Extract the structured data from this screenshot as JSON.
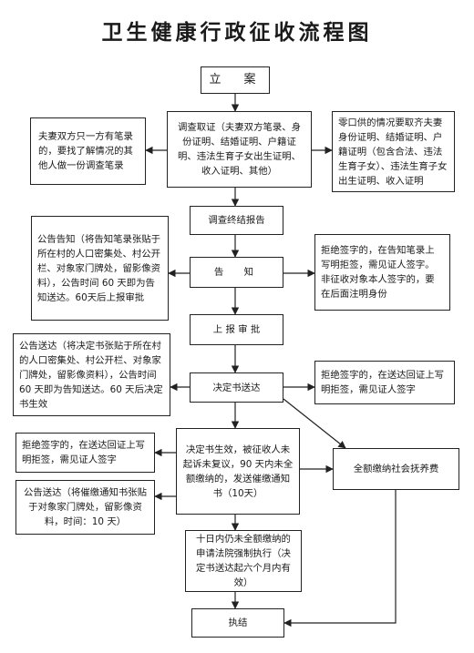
{
  "title": "卫生健康行政征收流程图",
  "boxes": {
    "lian": "立　案",
    "diaocha": "调查取证（夫妻双方笔录、身份证明、结婚证明、户籍证明、违法生育子女出生证明、收入证明、其他）",
    "left_note1": "夫妻双方只一方有笔录的，要找了解情况的其他人做一份调查笔录",
    "right_note1": "零口供的情况要取齐夫妻身份证明、结婚证明、户籍证明（包含合法、违法生育子女）、违法生育子女出生证明、收入证明",
    "zhongjie": "调查终结报告",
    "left_note2": "公告告知（将告知笔录张贴于所在村的人口密集处、村公开栏、对象家门牌处，留影像资料），公告时间 60 天即为告知送达。60天后上报审批",
    "gaozhi": "告　知",
    "right_note2": "拒绝签字的，在告知笔录上写明拒签，需见证人签字。非征收对象本人签字的，要在后面注明身份",
    "shangbao": "上 报 审 批",
    "left_note3": "公告送达（将决定书张贴于所在村的人口密集处、村公开栏、对象家门牌处，留影像资料），公告时间 60 天即为告知送达。60 天后决定书生效",
    "jueding": "决定书送达",
    "right_note3": "拒绝签字的，在送达回证上写明拒签，需见证人签字",
    "left_note4": "拒绝签字的，在送达回证上写明拒签，需见证人签字",
    "shengxiao": "决定书生效，被征收人未起诉未复议，90 天内未全额缴纳的，发送催缴通知书（10天）",
    "quane": "全额缴纳社会抚养费",
    "left_note5": "公告送达（将催缴通知书张贴于对象家门牌处，留影像资料，时间：10 天）",
    "qiangzhi": "十日内仍未全额缴纳的申请法院强制执行（决定书送达起六个月内有效）",
    "zhijie": "执结"
  }
}
